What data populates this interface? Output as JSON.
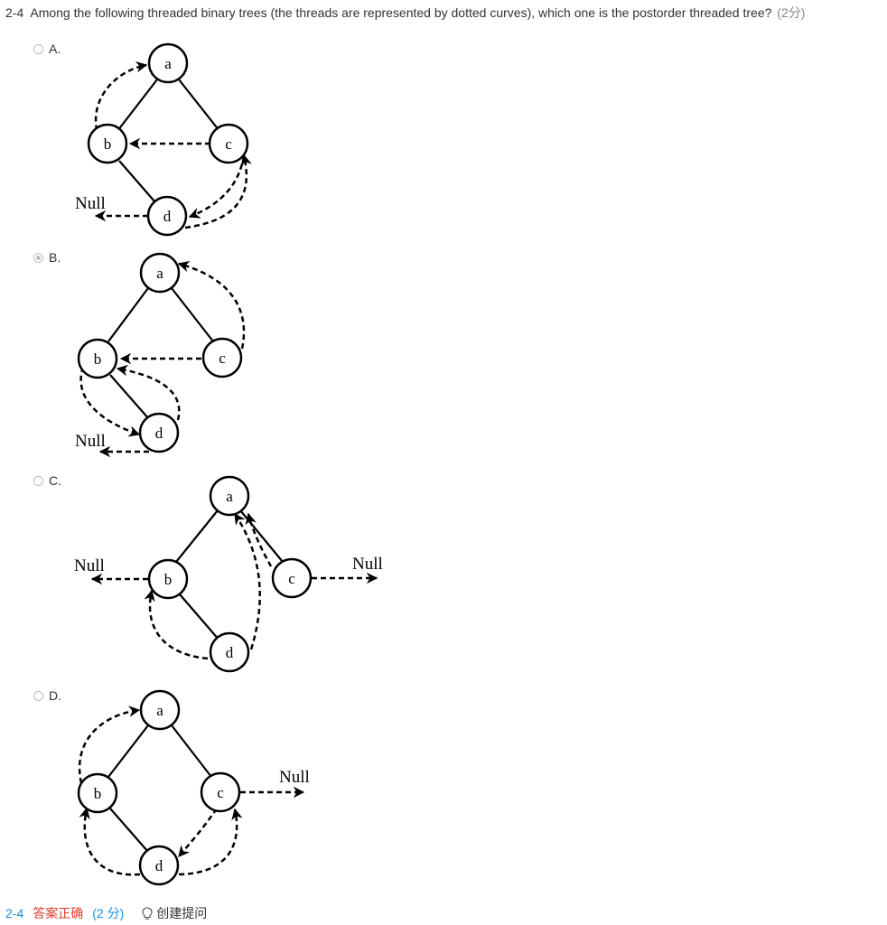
{
  "question": {
    "number": "2-4",
    "text": "Among the following threaded binary trees (the threads are represented by dotted curves), which one is the postorder threaded tree?",
    "score": "(2分)"
  },
  "options": [
    {
      "label": "A.",
      "selected": false,
      "nodes": [
        "a",
        "b",
        "c",
        "d"
      ],
      "null_labels": [
        "Null"
      ]
    },
    {
      "label": "B.",
      "selected": true,
      "nodes": [
        "a",
        "b",
        "c",
        "d"
      ],
      "null_labels": [
        "Null"
      ]
    },
    {
      "label": "C.",
      "selected": false,
      "nodes": [
        "a",
        "b",
        "c",
        "d"
      ],
      "null_labels": [
        "Null",
        "Null"
      ]
    },
    {
      "label": "D.",
      "selected": false,
      "nodes": [
        "a",
        "b",
        "c",
        "d"
      ],
      "null_labels": [
        "Null"
      ]
    }
  ],
  "footer": {
    "number": "2-4",
    "status": "答案正确",
    "score": "(2 分)",
    "create_question": "创建提问",
    "icon": "lightbulb-icon"
  },
  "colors": {
    "number": "#1a8fd6",
    "status": "#e03c2d",
    "text": "#333333"
  }
}
